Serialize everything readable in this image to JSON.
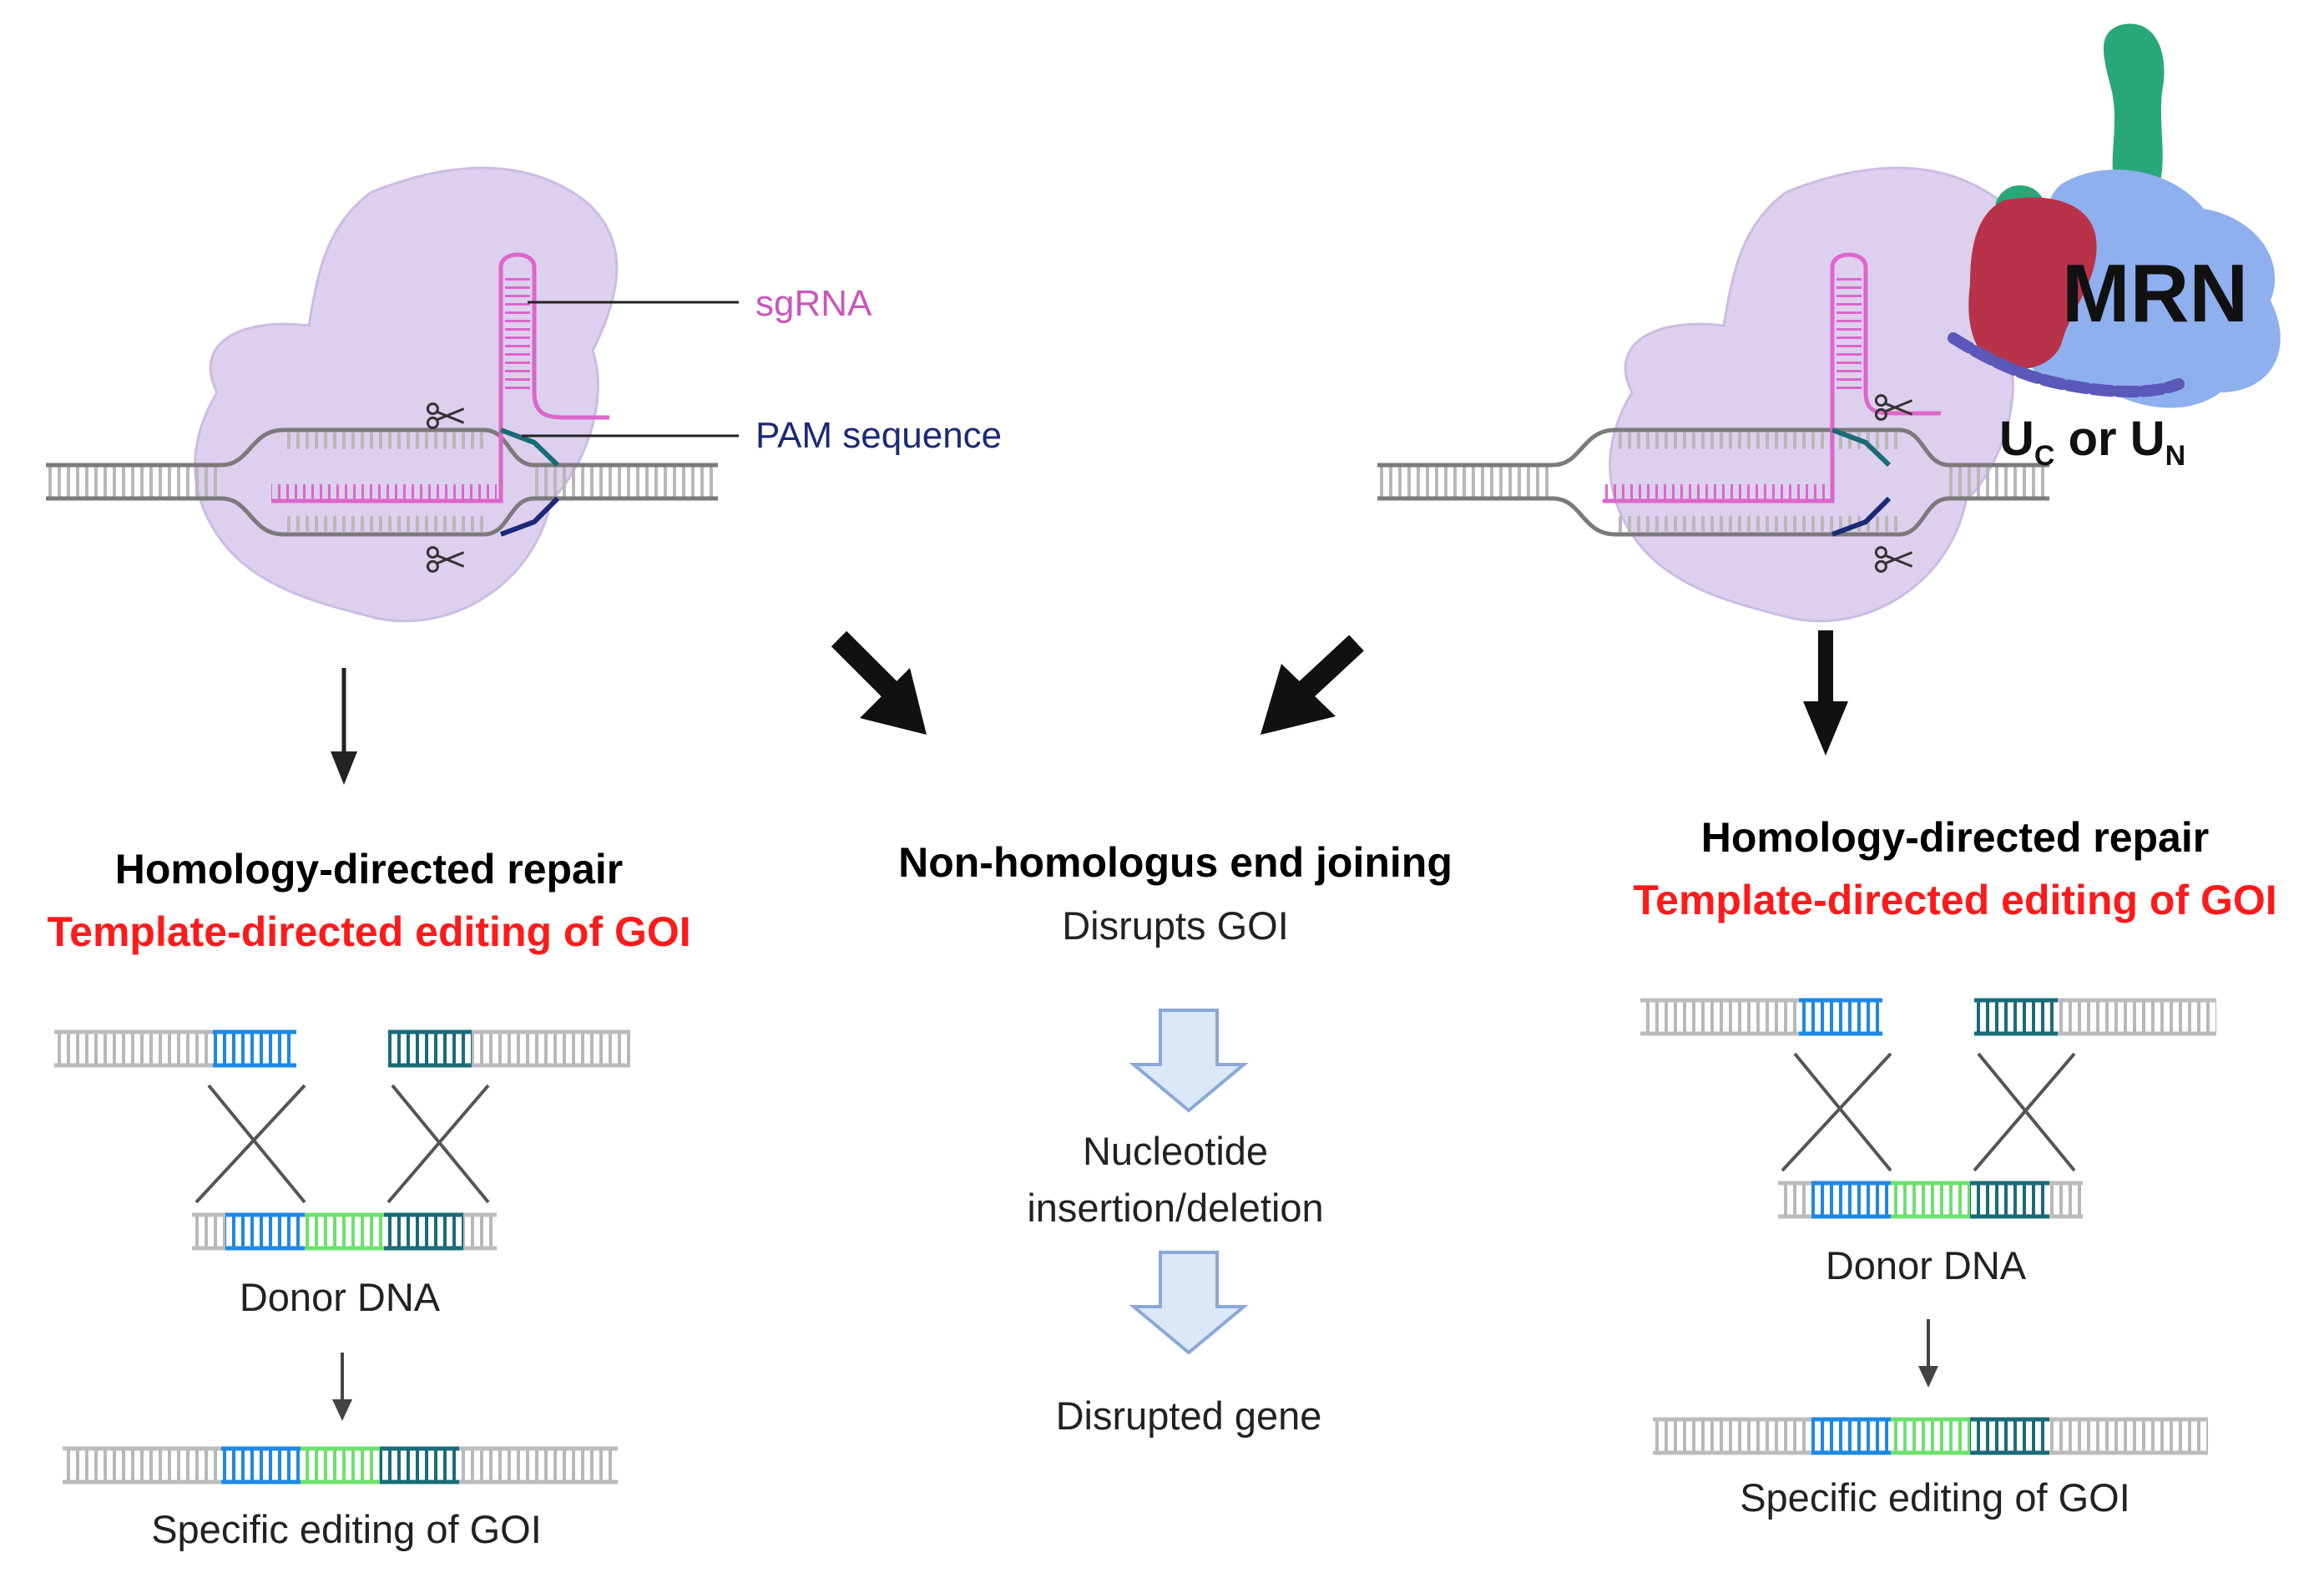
{
  "labels": {
    "sgrna": "sgRNA",
    "pam": "PAM sequence",
    "mrn": "MRN",
    "uc_or_un": {
      "u1": "U",
      "sub1": "C",
      "mid": " or ",
      "u2": "U",
      "sub2": "N"
    }
  },
  "left": {
    "title": "Homology-directed repair",
    "subtitle": "Template-directed editing of GOI",
    "donor": "Donor DNA",
    "result": "Specific editing of GOI"
  },
  "center": {
    "title": "Non-homologus end joining",
    "subtitle": "Disrupts GOI",
    "step1_line1": "Nucleotide",
    "step1_line2": "insertion/deletion",
    "step2": "Disrupted gene"
  },
  "right": {
    "title": "Homology-directed repair",
    "subtitle": "Template-directed editing of GOI",
    "donor": "Donor DNA",
    "result": "Specific editing of GOI"
  },
  "colors": {
    "cas9_body": "#ddd0ee",
    "sgrna": "#dd66cc",
    "pam": "#1a2a78",
    "highlight_red": "#ff1a1a",
    "donor_blue": "#1e88e5",
    "donor_green": "#66dd66",
    "donor_teal": "#1a6b78",
    "mrn_blue": "#8fb0ee",
    "mrn_red": "#b8334a",
    "mrn_green": "#28a878",
    "hollow_arrow": "#dbe8f8"
  }
}
